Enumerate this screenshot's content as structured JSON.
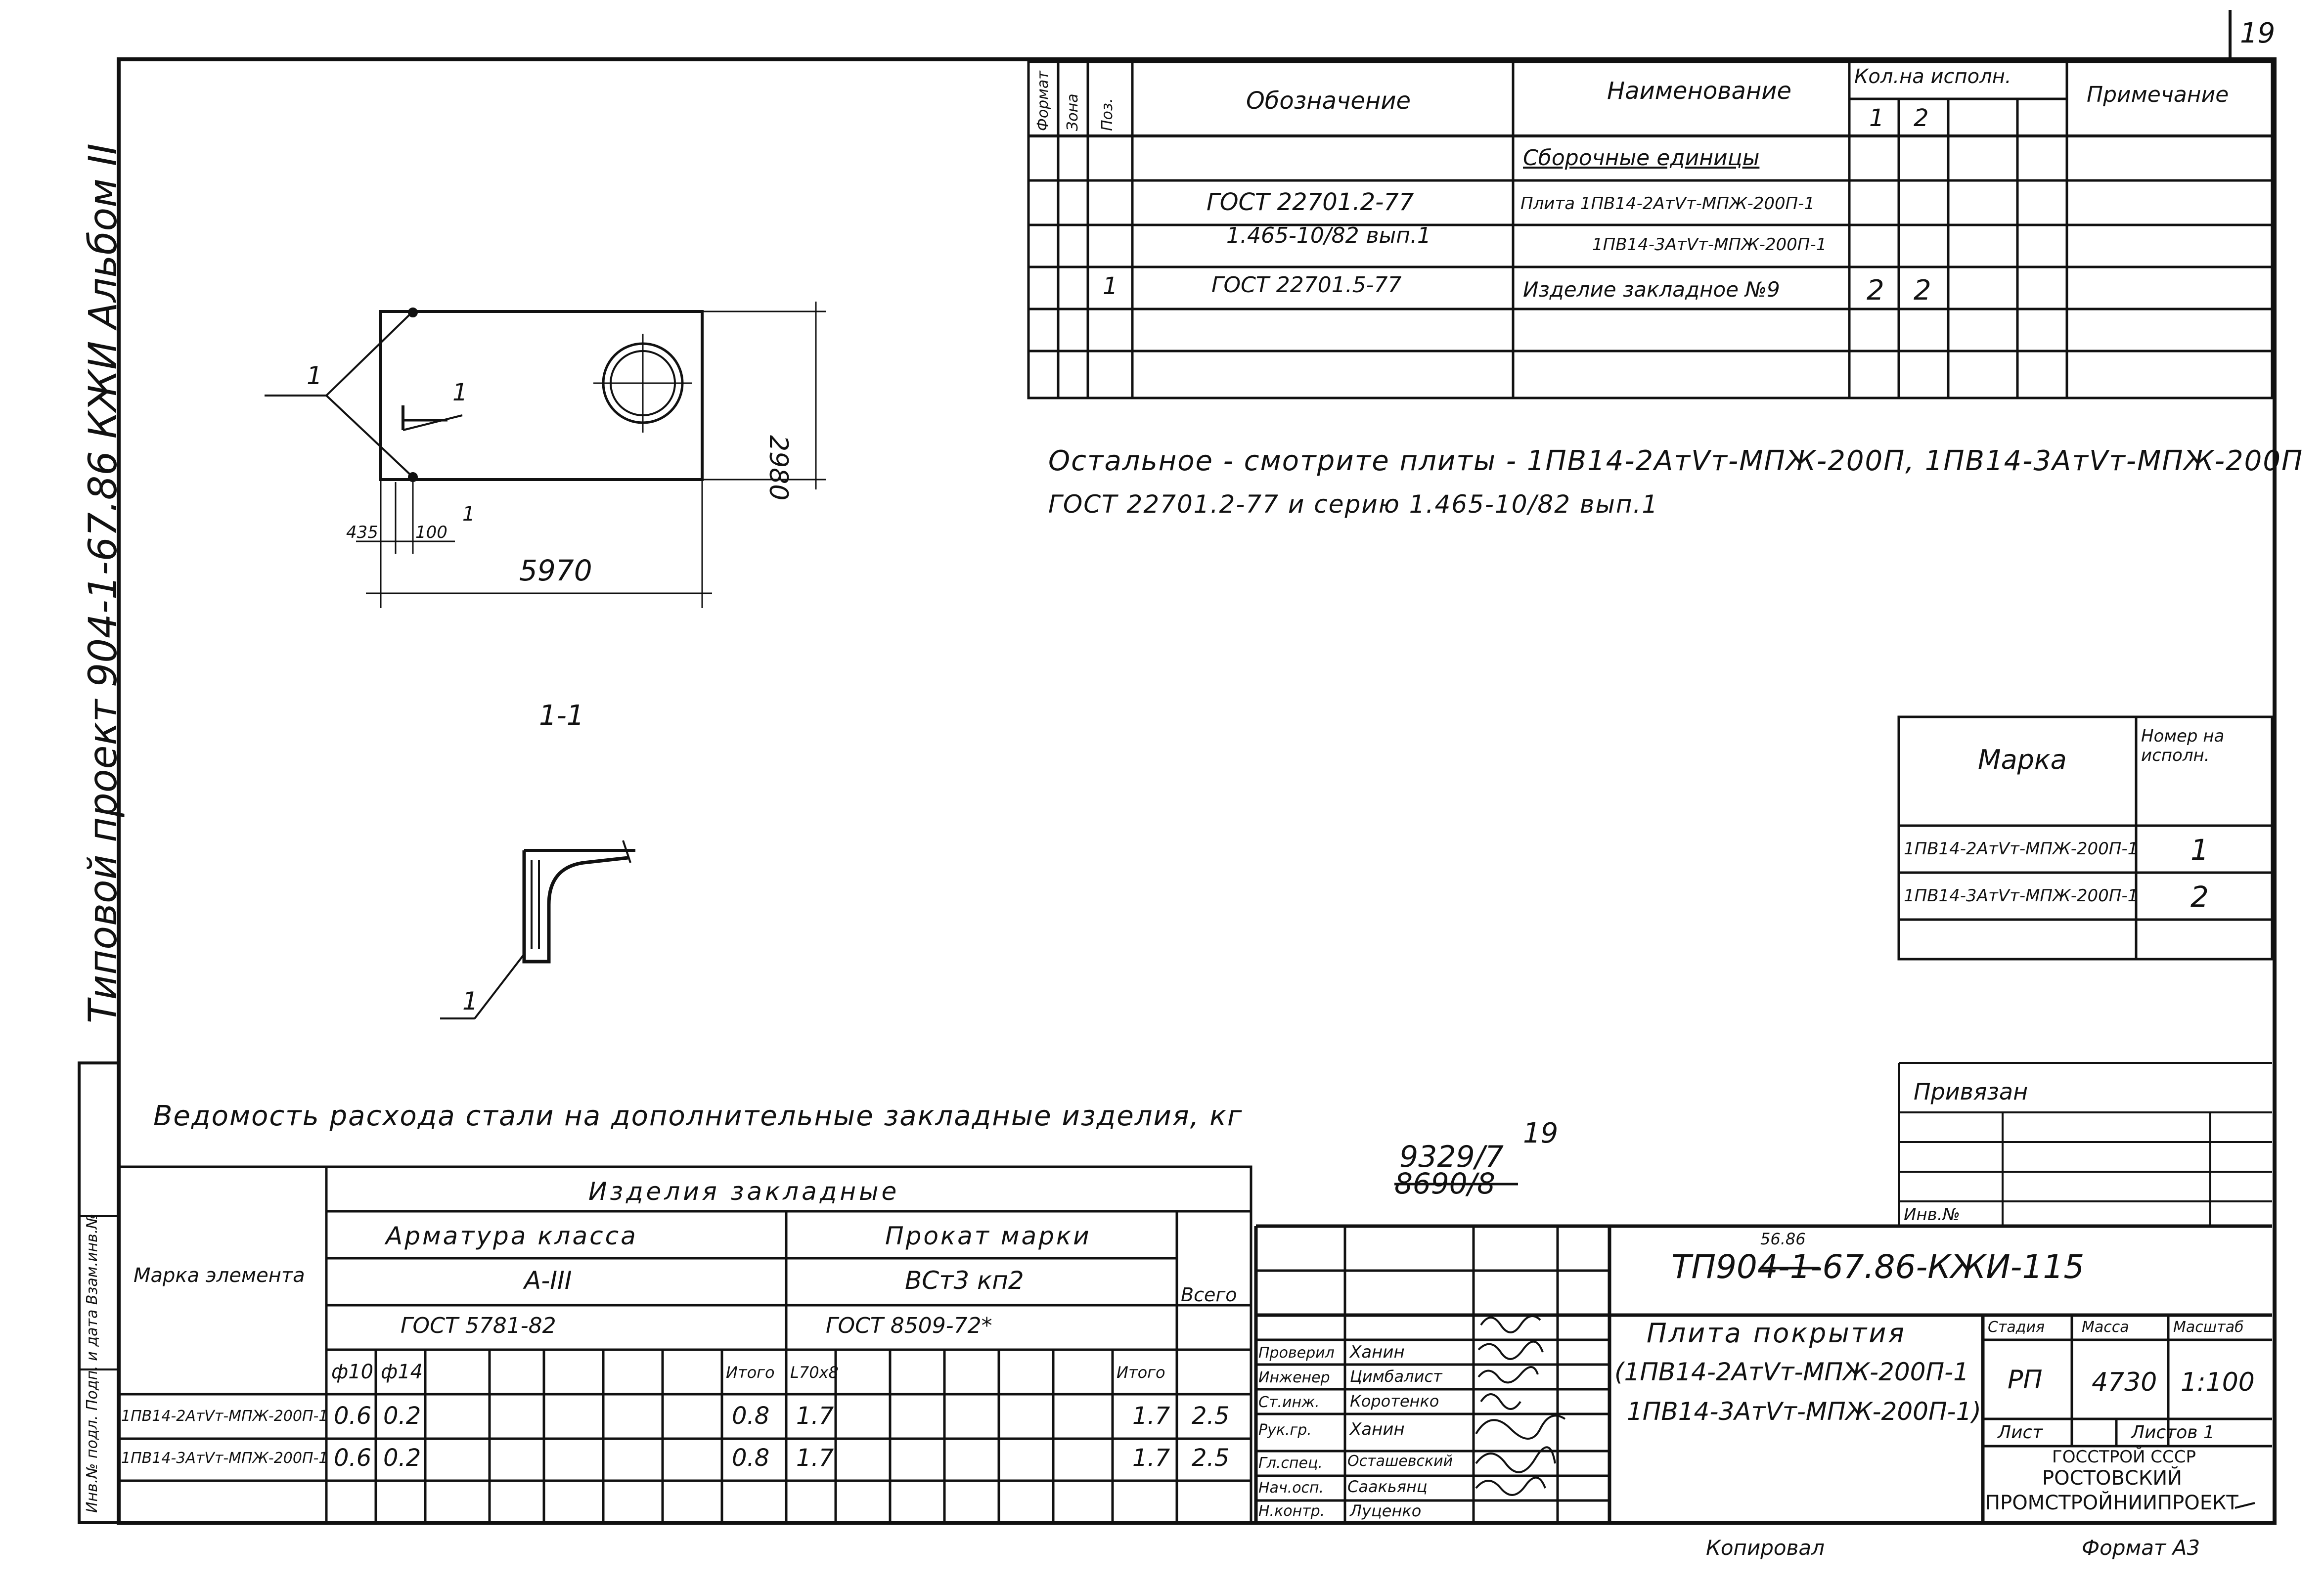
{
  "sheet_number": "19",
  "side_stamp": {
    "project": "Типовой проект 904-1-67.86 КЖИ Альбом II",
    "inv_box": "Инв.№ подл. Подп. и дата Взам.инв.№"
  },
  "spec": {
    "headers": {
      "format": "Формат",
      "zone": "Зона",
      "pos": "Поз.",
      "designation": "Обозначение",
      "name": "Наименование",
      "qty": "Кол.на исполн.",
      "qty1": "1",
      "qty2": "2",
      "note": "Примечание"
    },
    "section": "Сборочные единицы",
    "row1": {
      "designation": "ГОСТ 22701.2-77",
      "name": "Плита 1ПВ14-2АтVт-МПЖ-200П-1"
    },
    "row2": {
      "designation": "1.465-10/82 вып.1",
      "name": "1ПВ14-3АтVт-МПЖ-200П-1"
    },
    "row3": {
      "pos": "1",
      "designation": "ГОСТ 22701.5-77",
      "name": "Изделие закладное №9",
      "q1": "2",
      "q2": "2"
    }
  },
  "drawing": {
    "dim_height": "2980",
    "dim_width": "5970",
    "dim_435": "435",
    "dim_100": "100",
    "leader_1": "1",
    "section_label": "1-1"
  },
  "note": {
    "line1": "Остальное - смотрите плиты - 1ПВ14-2АтVт-МПЖ-200П, 1ПВ14-3АтVт-МПЖ-200П",
    "line2": "ГОСТ 22701.2-77  и  серию 1.465-10/82 вып.1"
  },
  "marks": {
    "header_mark": "Марка",
    "header_num": "Номер на исполн.",
    "rows": [
      {
        "mark": "1ПВ14-2АтVт-МПЖ-200П-1",
        "num": "1"
      },
      {
        "mark": "1ПВ14-3АтVт-МПЖ-200П-1",
        "num": "2"
      }
    ]
  },
  "steel": {
    "title": "Ведомость расхода стали на дополнительные закладные изделия, кг",
    "head_items": "Изделия закладные",
    "head_rebar": "Арматура класса",
    "rebar_class": "А-III",
    "rebar_gost": "ГОСТ 5781-82",
    "head_rolled": "Прокат марки",
    "rolled_grade": "ВСт3 кп2",
    "rolled_gost": "ГОСТ 8509-72*",
    "head_element": "Марка элемента",
    "head_total": "Всего",
    "d10": "ф10",
    "d14": "ф14",
    "itogo": "Итого",
    "angle": "L70x8",
    "rows": [
      {
        "mark": "1ПВ14-2АтVт-МПЖ-200П-1",
        "d10": "0.6",
        "d14": "0.2",
        "sum1": "0.8",
        "angle": "1.7",
        "sum2": "1.7",
        "total": "2.5"
      },
      {
        "mark": "1ПВ14-3АтVт-МПЖ-200П-1",
        "d10": "0.6",
        "d14": "0.2",
        "sum1": "0.8",
        "angle": "1.7",
        "sum2": "1.7",
        "total": "2.5"
      }
    ]
  },
  "binding": {
    "title": "Привязан",
    "inv": "Инв.№",
    "num_a": "9329/7",
    "num_b": "19",
    "num_c": "8690/8"
  },
  "title_block": {
    "code": "ТП904-1-67.86-КЖИ-115",
    "code_strike": "56.86",
    "name_line1": "Плита покрытия",
    "name_line2": "(1ПВ14-2АтVт-МПЖ-200П-1",
    "name_line3": "1ПВ14-3АтVт-МПЖ-200П-1)",
    "stage_h": "Стадия",
    "mass_h": "Масса",
    "scale_h": "Масштаб",
    "stage": "РП",
    "mass": "4730",
    "scale": "1:100",
    "sheet_h": "Лист",
    "sheets_h": "Листов 1",
    "org1": "ГОССТРОЙ СССР",
    "org2": "РОСТОВСКИЙ",
    "org3": "ПРОМСТРОЙНИИПРОЕКТ",
    "signers": [
      {
        "role": "Проверил",
        "name": "Ханин"
      },
      {
        "role": "Инженер",
        "name": "Цимбалист"
      },
      {
        "role": "Ст.инж.",
        "name": "Коротенко"
      },
      {
        "role": "Рук.гр.",
        "name": "Ханин"
      },
      {
        "role": "Гл.спец.",
        "name": "Осташевский"
      },
      {
        "role": "Нач.осп.",
        "name": "Саакьянц"
      },
      {
        "role": "Н.контр.",
        "name": "Луценко"
      }
    ]
  },
  "footer": {
    "copied": "Копировал",
    "format": "Формат А3"
  }
}
